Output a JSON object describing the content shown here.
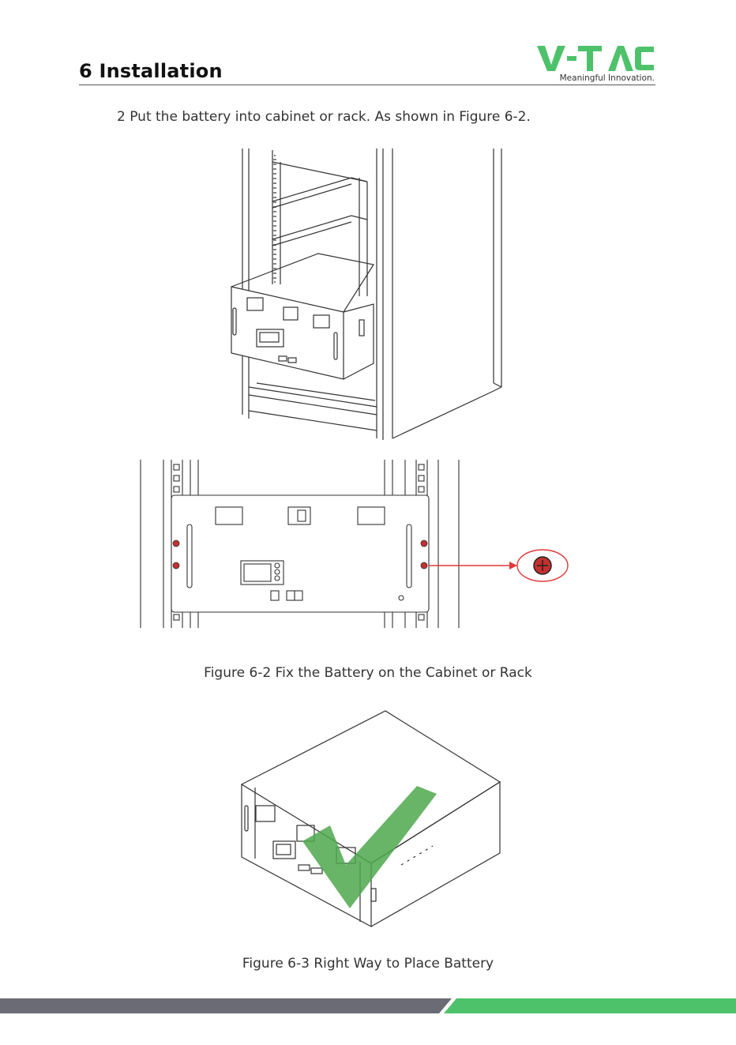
{
  "header": {
    "section_title": "6 Installation",
    "logo_text": "V-TAC",
    "logo_tagline": "Meaningful Innovation."
  },
  "steps": [
    {
      "text": "2   Put the battery into cabinet or rack. As shown in Figure 6-2."
    }
  ],
  "figures": [
    {
      "caption": "Figure 6-2 Fix the Battery on the Cabinet or Rack"
    },
    {
      "caption": "Figure 6-3 Right Way to Place Battery"
    }
  ],
  "colors": {
    "brand_green": "#4ec26b",
    "footer_gray": "#6b6b75",
    "highlight_red": "#e23a3a"
  }
}
